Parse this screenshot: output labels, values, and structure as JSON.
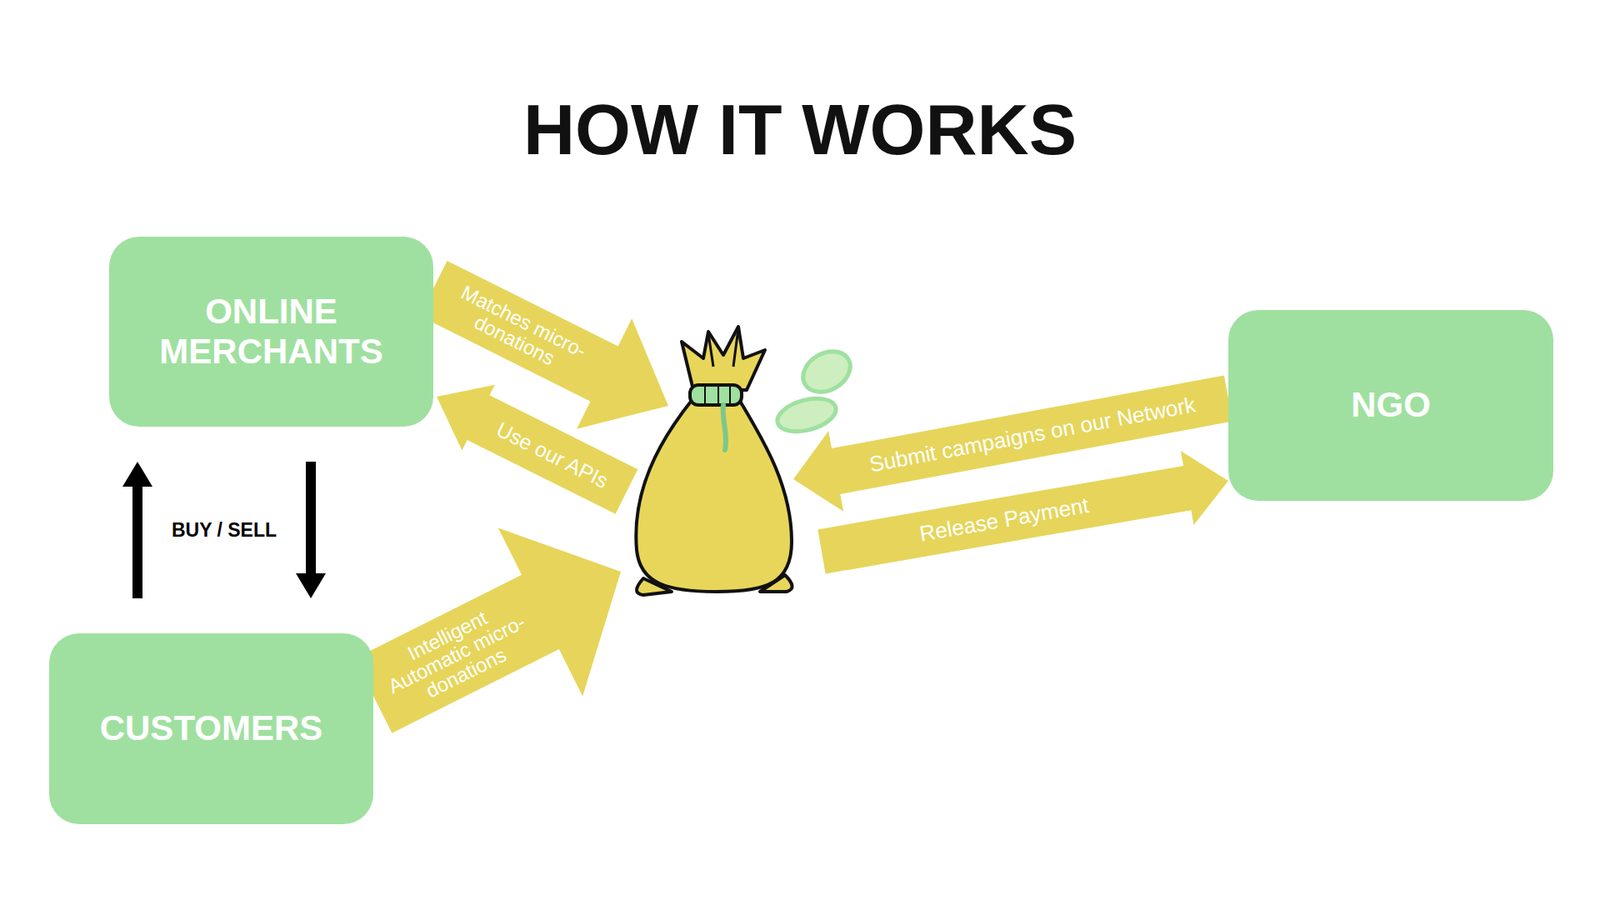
{
  "diagram": {
    "title": "HOW IT WORKS",
    "nodes": [
      {
        "text": [
          "ONLINE MERCHANTS"
        ]
      },
      {
        "text": [
          "NGO"
        ]
      },
      {
        "text": [
          "CUSTOMERS"
        ]
      }
    ],
    "edges": [
      {
        "from": 2,
        "to": 0,
        "arrow": "to",
        "label": "BUY / SELL"
      },
      {
        "from": 0,
        "to": 2,
        "arrow": "to"
      }
    ],
    "labels": [
      "Matches micro- donations",
      "Use our APIs",
      "Intelligent Automatic micro-donations",
      "Submit campaigns on our Network",
      "Release Payment"
    ]
  }
}
